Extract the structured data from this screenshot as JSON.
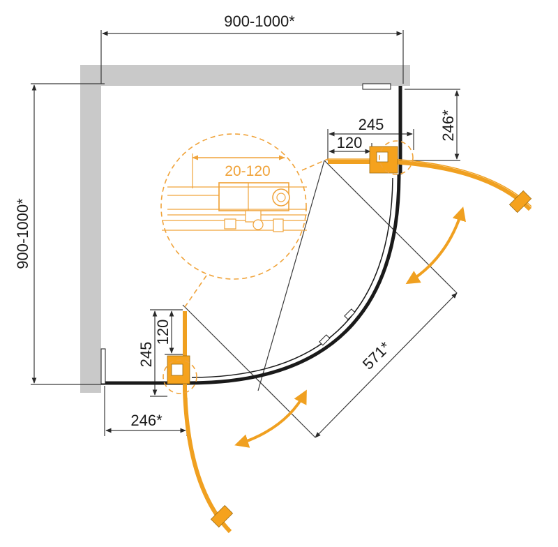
{
  "labels": {
    "width_total": "900-1000*",
    "depth_total": "900-1000*",
    "right_offset": "246*",
    "bottom_offset": "246*",
    "right_door_245": "245",
    "right_door_120": "120",
    "left_door_245": "245",
    "left_door_120": "120",
    "diagonal": "571*",
    "detail_adjust": "20-120"
  },
  "colors": {
    "accent": "#f0a020",
    "wall": "#c9c9c9",
    "line": "#1a1a1a"
  }
}
